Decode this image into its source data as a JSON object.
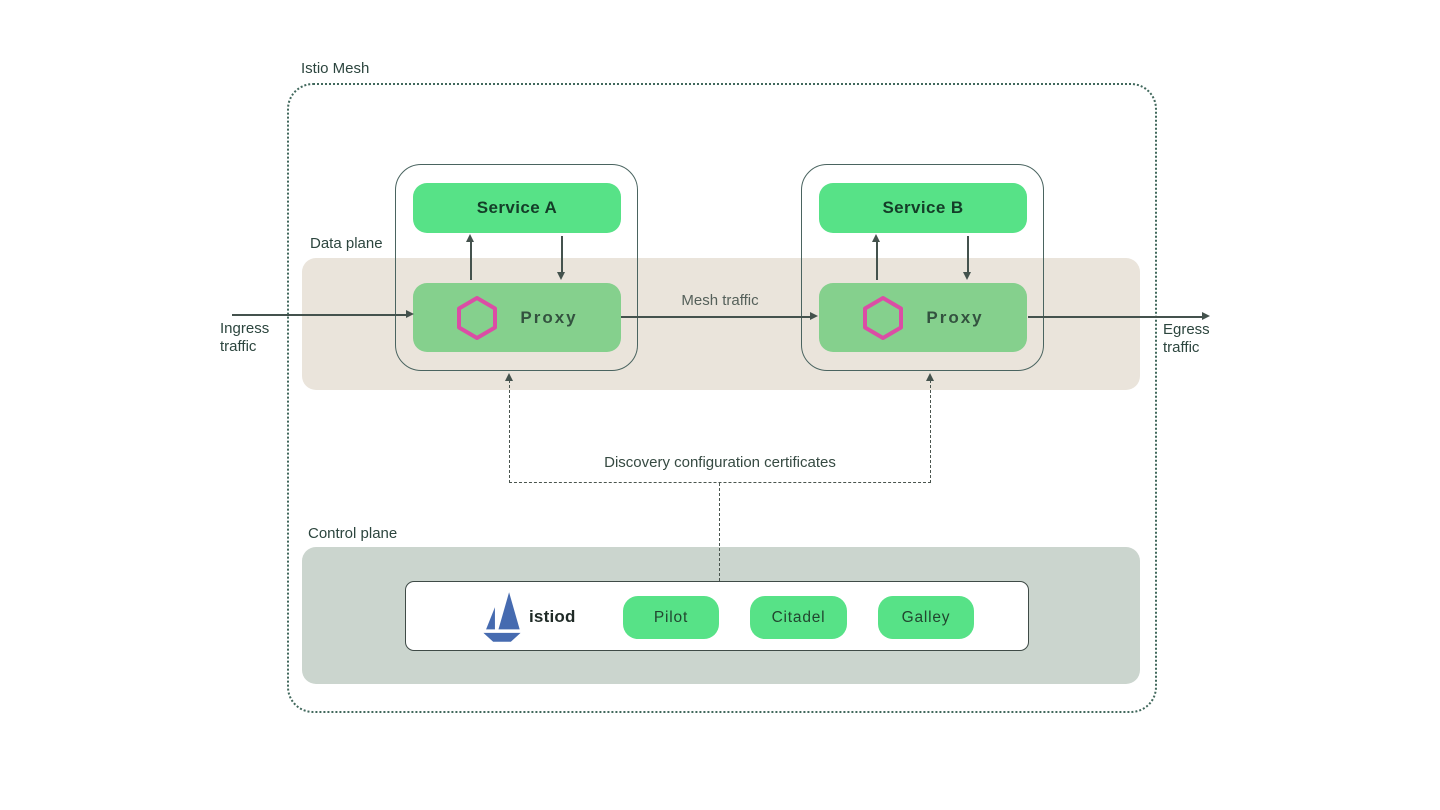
{
  "mesh": {
    "title": "Istio Mesh"
  },
  "data_plane": {
    "label": "Data plane"
  },
  "control_plane": {
    "label": "Control plane"
  },
  "traffic": {
    "ingress": "Ingress traffic",
    "egress": "Egress traffic",
    "mesh": "Mesh traffic",
    "discovery": "Discovery configuration certificates"
  },
  "pods": [
    {
      "service": "Service A",
      "proxy": "Proxy"
    },
    {
      "service": "Service B",
      "proxy": "Proxy"
    }
  ],
  "istiod": {
    "name": "istiod",
    "components": [
      "Pilot",
      "Citadel",
      "Galley"
    ]
  },
  "icons": {
    "proxy_icon": "hexagon-outline-icon",
    "istiod_icon": "istio-sailboat-logo"
  },
  "colors": {
    "service_green": "#57e287",
    "proxy_green": "#85d08d",
    "pill_green": "#57e287",
    "data_plane_bg": "#eae4db",
    "control_plane_bg": "#cbd5ce",
    "pod_border": "#4a6460",
    "mesh_border": "#41685c",
    "arrow": "#44524d",
    "hexagon_pink": "#db4da5",
    "istio_blue": "#466bb0",
    "background": "#ffffff"
  }
}
